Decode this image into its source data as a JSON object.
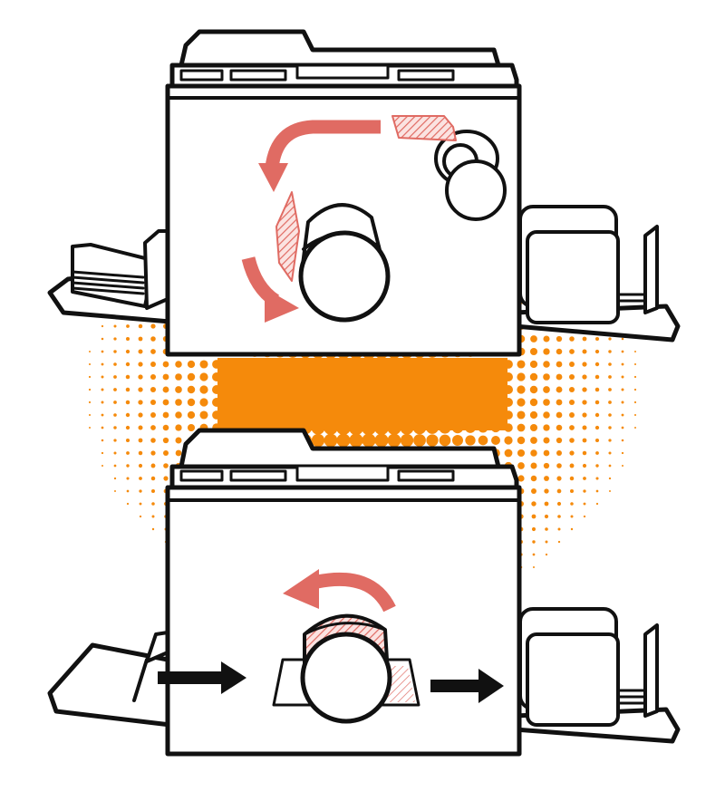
{
  "colors": {
    "background": "#ffffff",
    "outline": "#111111",
    "machine_fill": "#ffffff",
    "halftone": "#f58a0b",
    "accent_arrow": "#e06b63",
    "hatch": "#e06b63",
    "paper_arrow": "#111111"
  },
  "panels": [
    {
      "name": "master-making-stage",
      "arrows": [
        "curved-arrow-left",
        "curved-arrow-down"
      ],
      "drum": "print-drum"
    },
    {
      "name": "printing-stage",
      "arrows": [
        "rotate-arrow",
        "paper-feed-arrow",
        "paper-exit-arrow"
      ],
      "drum": "print-drum"
    }
  ],
  "icons": [
    "duplicator-machine",
    "print-drum",
    "master-roll",
    "paper-feed-tray",
    "paper-receiving-tray",
    "halftone-burst"
  ]
}
